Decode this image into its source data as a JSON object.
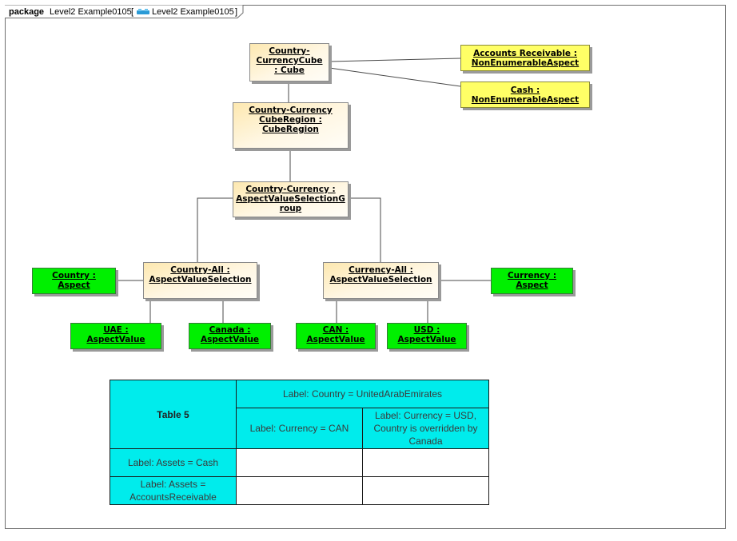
{
  "package": {
    "keyword": "package",
    "name": "Level2 Example0105",
    "bracket_open": "[",
    "diagram_name": "Level2 Example0105",
    "bracket_close": "]"
  },
  "nodes": {
    "cube": "Country-CurrencyCube : Cube",
    "cube_region": "Country-Currency CubeRegion : CubeRegion",
    "selection_group": "Country-Currency : AspectValueSelectionGroup",
    "country_all": "Country-All : AspectValueSelection",
    "currency_all": "Currency-All : AspectValueSelection",
    "accounts_receivable": "Accounts Receivable : NonEnumerableAspect",
    "cash": "Cash : NonEnumerableAspect",
    "country_aspect": "Country : Aspect",
    "currency_aspect": "Currency : Aspect",
    "uae": "UAE : AspectValue",
    "canada": "Canada : AspectValue",
    "can": "CAN : AspectValue",
    "usd": "USD : AspectValue"
  },
  "node_lines": {
    "cube": [
      "Country-",
      "CurrencyCube",
      ": Cube"
    ],
    "cube_region": [
      "Country-Currency",
      "CubeRegion :",
      "CubeRegion"
    ],
    "selection_group": [
      "Country-Currency :",
      "AspectValueSelectionG",
      "roup"
    ],
    "country_all": [
      "Country-All :",
      "AspectValueSelection"
    ],
    "currency_all": [
      "Currency-All :",
      "AspectValueSelection"
    ],
    "accounts_receivable": [
      "Accounts Receivable :",
      "NonEnumerableAspect"
    ],
    "cash": [
      "Cash :",
      "NonEnumerableAspect"
    ],
    "country_aspect": [
      "Country :",
      "Aspect"
    ],
    "currency_aspect": [
      "Currency :",
      "Aspect"
    ],
    "uae": [
      "UAE : AspectValue"
    ],
    "canada": [
      "Canada :",
      "AspectValue"
    ],
    "can": [
      "CAN :",
      "AspectValue"
    ],
    "usd": [
      "USD :",
      "AspectValue"
    ]
  },
  "colors": {
    "cube_fill": "#fde8b0",
    "aspect_yellow": "#ffff66",
    "value_green": "#00f000",
    "table_cyan": "#00ecec",
    "icon_blue": "#2a9ad6"
  },
  "icon": "diagram-icon",
  "table": {
    "corner": "Table 5",
    "column_header": "Label: Country = UnitedArabEmirates",
    "sub_columns": [
      "Label: Currency = CAN",
      "Label: Currency = USD, Country is overridden by Canada"
    ],
    "rows": [
      {
        "label": "Label: Assets = Cash",
        "cells": [
          "",
          ""
        ]
      },
      {
        "label": "Label: Assets = AccountsReceivable",
        "cells": [
          "",
          ""
        ]
      }
    ]
  }
}
